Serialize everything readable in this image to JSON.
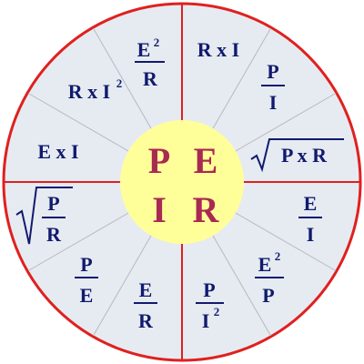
{
  "colors": {
    "outer_ring": "#e0201f",
    "wedge_fill": "#e6ebf1",
    "spoke": "#b8b8c0",
    "cross": "#e0201f",
    "center_fill": "#ffff99",
    "center_text": "#a82a52",
    "formula_text": "#111a6e",
    "background": "#ffffff"
  },
  "center": {
    "P": "P",
    "E": "E",
    "I": "I",
    "R": "R"
  },
  "formulas": {
    "p_e2_over_r": {
      "num": "E",
      "exp": "2",
      "den": "R"
    },
    "p_r_x_i2": {
      "text": "R x I",
      "exp": "2"
    },
    "p_e_x_i": {
      "text": "E x I"
    },
    "e_sqrt_p_x_r": {
      "text": "P x R"
    },
    "e_r_x_i": {
      "text": "R x I"
    },
    "e_p_over_i": {
      "num": "P",
      "den": "I"
    },
    "i_sqrt_p_over_r": {
      "num": "P",
      "den": "R"
    },
    "i_p_over_e": {
      "num": "P",
      "den": "E"
    },
    "i_e_over_r": {
      "num": "E",
      "den": "R"
    },
    "r_p_over_i2": {
      "num": "P",
      "den": "I",
      "exp": "2"
    },
    "r_e2_over_p": {
      "num": "E",
      "exp": "2",
      "den": "P"
    },
    "r_e_over_i": {
      "num": "E",
      "den": "I"
    }
  }
}
